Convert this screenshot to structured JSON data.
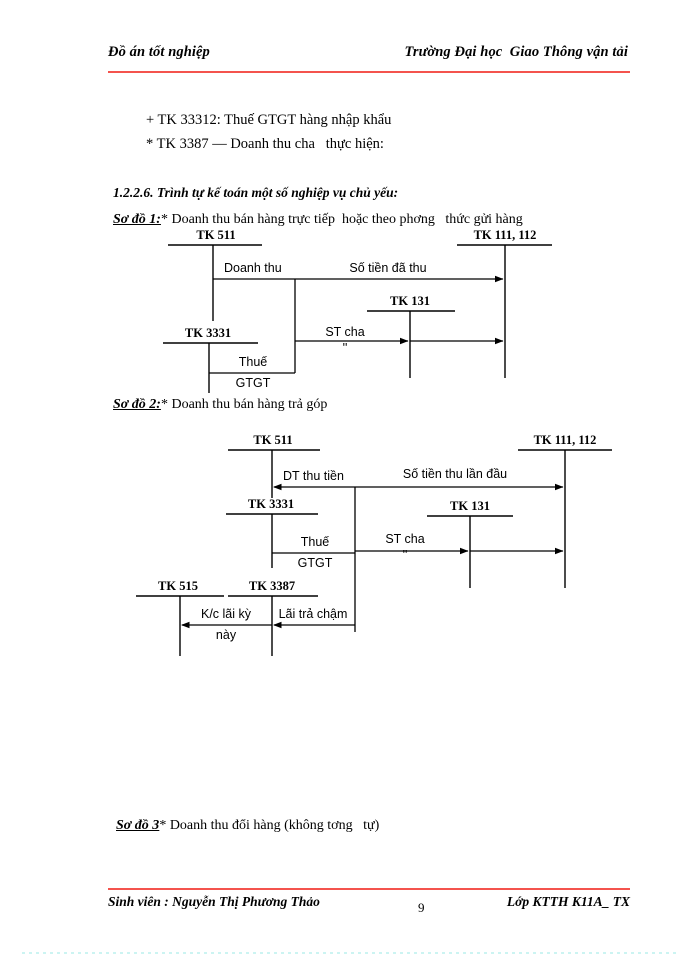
{
  "header": {
    "left": "Đồ án tốt nghiệp",
    "right": "Trường Đại học  Giao Thông vận tải",
    "rule_color": "#f4534d"
  },
  "footer": {
    "left": "Sinh viên : Nguyễn Thị Phương Thảo",
    "page_number": "9",
    "right": "Lớp KTTH K11A_ TX",
    "rule_color": "#f4534d"
  },
  "body": {
    "bullet_1": "+ TK 33312: Thuế GTGT hàng nhập khẩu",
    "bullet_2": "* TK 3387 — Doanh thu cha   thực hiện:",
    "section_heading": "1.2.2.6. Trình tự kế toán một số nghiệp vụ chủ yếu:"
  },
  "captions": {
    "diagram_1": {
      "tag": "Sơ đồ 1:",
      "text": "* Doanh thu bán hàng trực tiếp  hoặc theo phơng   thức gửi hàng"
    },
    "diagram_2": {
      "tag": "Sơ đồ 2:",
      "text": "* Doanh thu bán hàng trả góp"
    },
    "diagram_3": {
      "tag": "Sơ đồ 3",
      "text": "* Doanh thu đổi hàng (không tơng   tự)"
    }
  },
  "diagram_1": {
    "accounts": [
      {
        "name": "account-tk-511",
        "label": "TK 511"
      },
      {
        "name": "account-tk-111-112",
        "label": "TK 111, 112"
      },
      {
        "name": "account-tk-131",
        "label": "TK 131"
      },
      {
        "name": "account-tk-3331",
        "label": "TK 3331"
      }
    ],
    "flows": [
      {
        "name": "flow-doanh-thu",
        "label": "Doanh thu"
      },
      {
        "name": "flow-so-tien-da-thu",
        "label": "Số tiền đã thu"
      },
      {
        "name": "flow-st-cha",
        "label": "ST cha"
      },
      {
        "name": "flow-st-cha-mark",
        "label": "''"
      },
      {
        "name": "flow-thue-gtgt-line1",
        "label": "Thuế"
      },
      {
        "name": "flow-thue-gtgt-line2",
        "label": "GTGT"
      }
    ]
  },
  "diagram_2": {
    "accounts": [
      {
        "name": "account-tk-511",
        "label": "TK 511"
      },
      {
        "name": "account-tk-111-112",
        "label": "TK 111, 112"
      },
      {
        "name": "account-tk-3331",
        "label": "TK 3331"
      },
      {
        "name": "account-tk-131",
        "label": "TK 131"
      },
      {
        "name": "account-tk-515",
        "label": "TK 515"
      },
      {
        "name": "account-tk-3387",
        "label": "TK 3387"
      }
    ],
    "flows": [
      {
        "name": "flow-dt-thu-tien",
        "label": "DT thu tiền"
      },
      {
        "name": "flow-so-tien-thu-lan-dau",
        "label": "Số tiền thu lần đầu"
      },
      {
        "name": "flow-thue-gtgt-line1",
        "label": "Thuế"
      },
      {
        "name": "flow-thue-gtgt-line2",
        "label": "GTGT"
      },
      {
        "name": "flow-st-cha",
        "label": "ST cha"
      },
      {
        "name": "flow-st-cha-mark",
        "label": "''"
      },
      {
        "name": "flow-kc-lai-ky-line1",
        "label": "K/c lãi kỳ"
      },
      {
        "name": "flow-kc-lai-ky-line2",
        "label": "này"
      },
      {
        "name": "flow-lai-tra-cham",
        "label": "Lãi trả chậm"
      }
    ]
  }
}
